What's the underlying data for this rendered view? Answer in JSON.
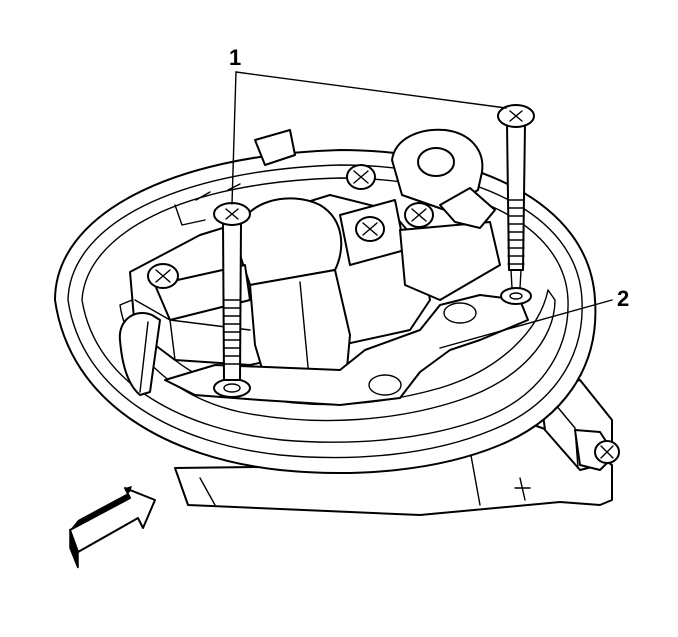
{
  "callouts": [
    {
      "id": "1",
      "label": "1"
    },
    {
      "id": "2",
      "label": "2"
    }
  ],
  "icons": {
    "direction_arrow": "view-direction-arrow-icon",
    "screw_head": "phillips-screw-icon"
  }
}
